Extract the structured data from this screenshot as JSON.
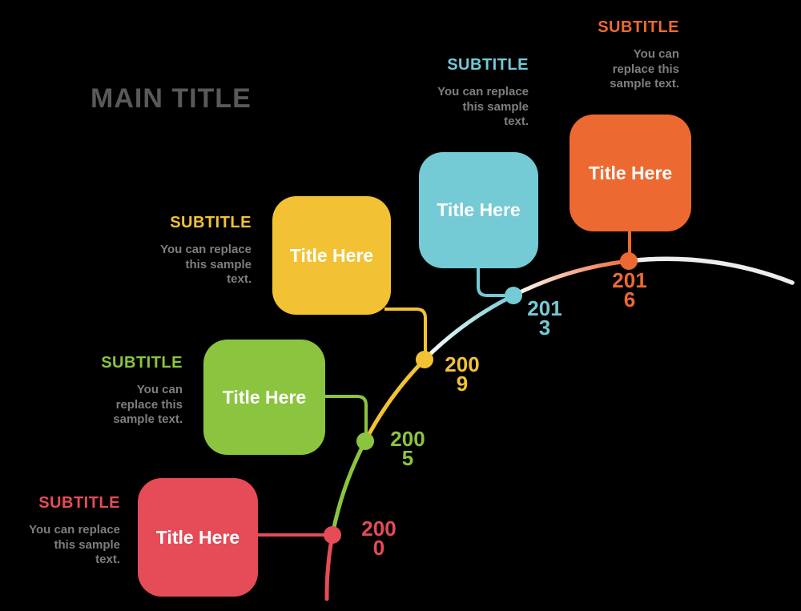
{
  "colors": {
    "background": "#000000",
    "main_title": "#595959",
    "body_text": "#7e7e7e",
    "box_title_text": "#ffffff",
    "trail": "#ededed"
  },
  "main_title": "MAIN TITLE",
  "items": [
    {
      "year": "2000",
      "year_lines": [
        "200",
        "0"
      ],
      "color": "#e54c57",
      "subtitle": "SUBTITLE",
      "body_lines": [
        "You can replace",
        "this sample",
        "text."
      ],
      "box_title": "Title Here"
    },
    {
      "year": "2005",
      "year_lines": [
        "200",
        "5"
      ],
      "color": "#8bc53f",
      "subtitle": "SUBTITLE",
      "body_lines": [
        "You can",
        "replace this",
        "sample text."
      ],
      "box_title": "Title Here"
    },
    {
      "year": "2009",
      "year_lines": [
        "200",
        "9"
      ],
      "color": "#f3c234",
      "subtitle": "SUBTITLE",
      "body_lines": [
        "You can replace",
        "this sample",
        "text."
      ],
      "box_title": "Title Here"
    },
    {
      "year": "2013",
      "year_lines": [
        "201",
        "3"
      ],
      "color": "#74cad5",
      "subtitle": "SUBTITLE",
      "body_lines": [
        "You can replace",
        "this sample",
        "text."
      ],
      "box_title": "Title Here"
    },
    {
      "year": "2016",
      "year_lines": [
        "201",
        "6"
      ],
      "color": "#ec6a31",
      "subtitle": "SUBTITLE",
      "body_lines": [
        "You can",
        "replace this",
        "sample text."
      ],
      "box_title": "Title Here"
    }
  ]
}
